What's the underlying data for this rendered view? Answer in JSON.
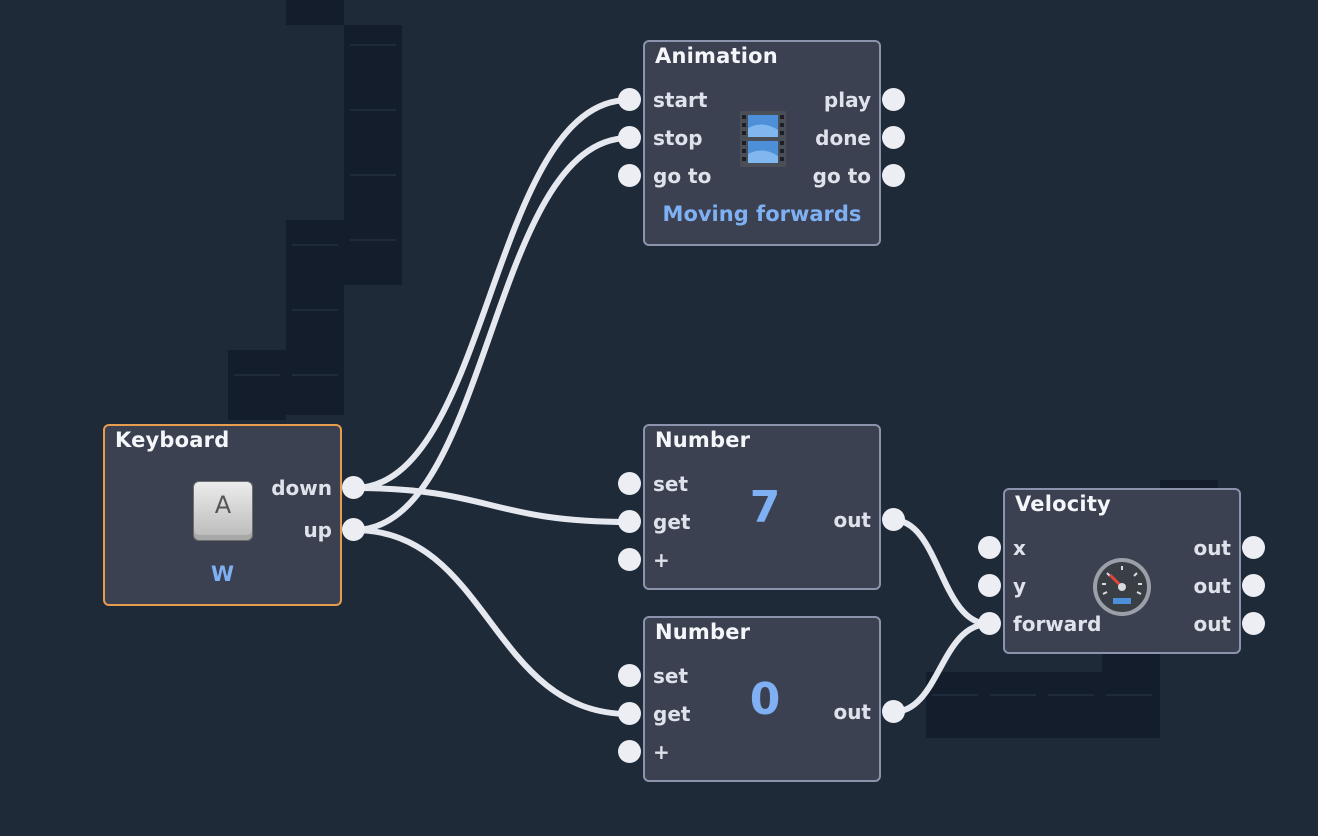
{
  "colors": {
    "background": "#1e2a38",
    "node_fill": "#3b4150",
    "node_border": "#8c93ad",
    "selected_border": "#e79c4e",
    "accent_text": "#7eb0f3",
    "wire": "#e6e8ef"
  },
  "nodes": {
    "keyboard": {
      "title": "Keyboard",
      "outputs": [
        "down",
        "up"
      ],
      "key_icon_glyph": "A",
      "key": "W",
      "icon": "keyboard-key-icon"
    },
    "animation": {
      "title": "Animation",
      "inputs": [
        "start",
        "stop",
        "go to"
      ],
      "outputs": [
        "play",
        "done",
        "go to"
      ],
      "subtitle": "Moving forwards",
      "icon": "film-strip-icon"
    },
    "number1": {
      "title": "Number",
      "inputs": [
        "set",
        "get",
        "+"
      ],
      "outputs": [
        "out"
      ],
      "value": "7"
    },
    "number2": {
      "title": "Number",
      "inputs": [
        "set",
        "get",
        "+"
      ],
      "outputs": [
        "out"
      ],
      "value": "0"
    },
    "velocity": {
      "title": "Velocity",
      "inputs": [
        "x",
        "y",
        "forward"
      ],
      "outputs": [
        "out",
        "out",
        "out"
      ],
      "icon": "speedometer-icon"
    }
  },
  "connections": [
    {
      "from": "keyboard.down",
      "to": "animation.start"
    },
    {
      "from": "keyboard.up",
      "to": "animation.stop"
    },
    {
      "from": "keyboard.down",
      "to": "number1.get"
    },
    {
      "from": "keyboard.up",
      "to": "number2.get"
    },
    {
      "from": "number1.out",
      "to": "velocity.forward"
    },
    {
      "from": "number2.out",
      "to": "velocity.forward"
    }
  ]
}
